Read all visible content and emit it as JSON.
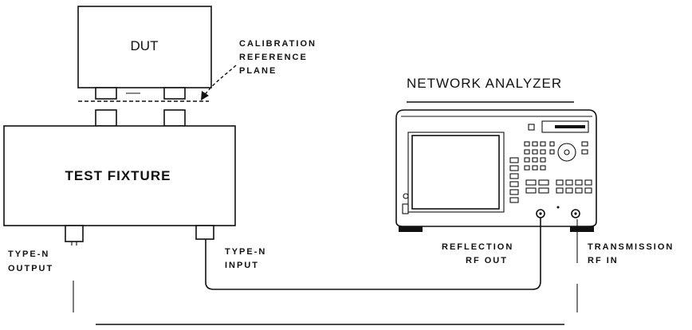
{
  "dut": {
    "label": "DUT"
  },
  "calibration": {
    "line1": "CALIBRATION",
    "line2": "REFERENCE",
    "line3": "PLANE"
  },
  "fixture": {
    "label": "TEST FIXTURE"
  },
  "analyzer": {
    "title": "NETWORK  ANALYZER"
  },
  "ports": {
    "output_line1": "TYPE-N",
    "output_line2": "OUTPUT",
    "input_line1": "TYPE-N",
    "input_line2": "INPUT",
    "reflection_line1": "REFLECTION",
    "reflection_line2": "RF OUT",
    "transmission_line1": "TRANSMISSION",
    "transmission_line2": "RF IN"
  }
}
